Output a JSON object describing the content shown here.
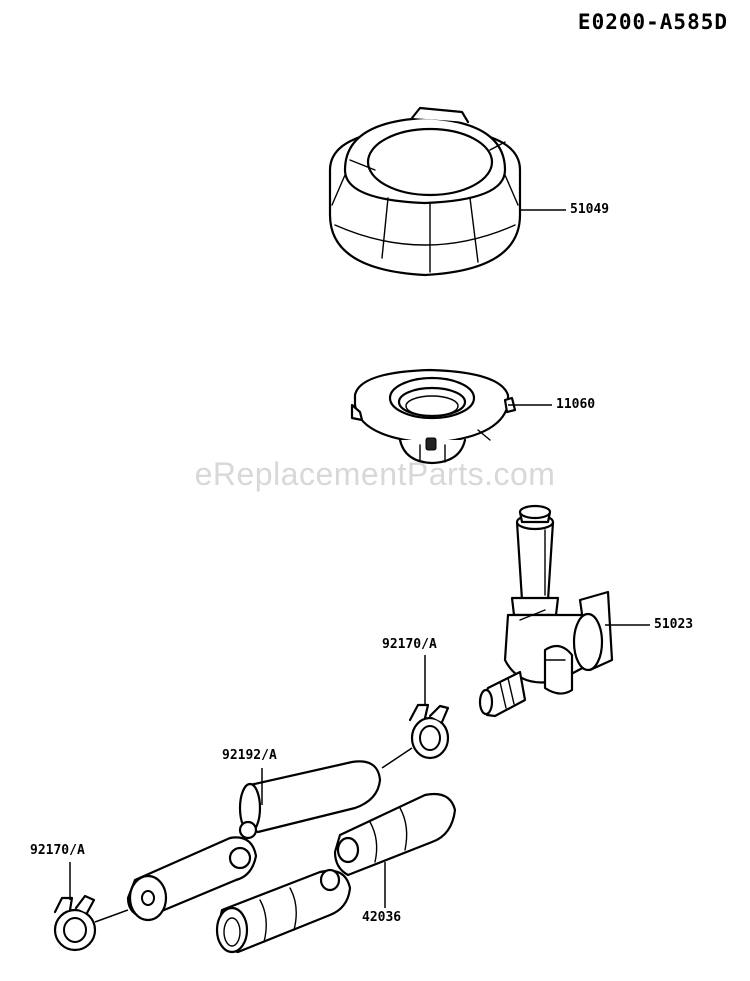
{
  "diagram_code": "E0200-A585D",
  "watermark": "eReplacementParts.com",
  "parts": [
    {
      "id": "fuel-cap",
      "number": "51049"
    },
    {
      "id": "filter",
      "number": "11060"
    },
    {
      "id": "fuel-cock",
      "number": "51023"
    },
    {
      "id": "clamp-upper",
      "number": "92170/A"
    },
    {
      "id": "hose",
      "number": "92192/A"
    },
    {
      "id": "clamp-lower",
      "number": "92170/A"
    },
    {
      "id": "tube-cover",
      "number": "42036"
    }
  ]
}
